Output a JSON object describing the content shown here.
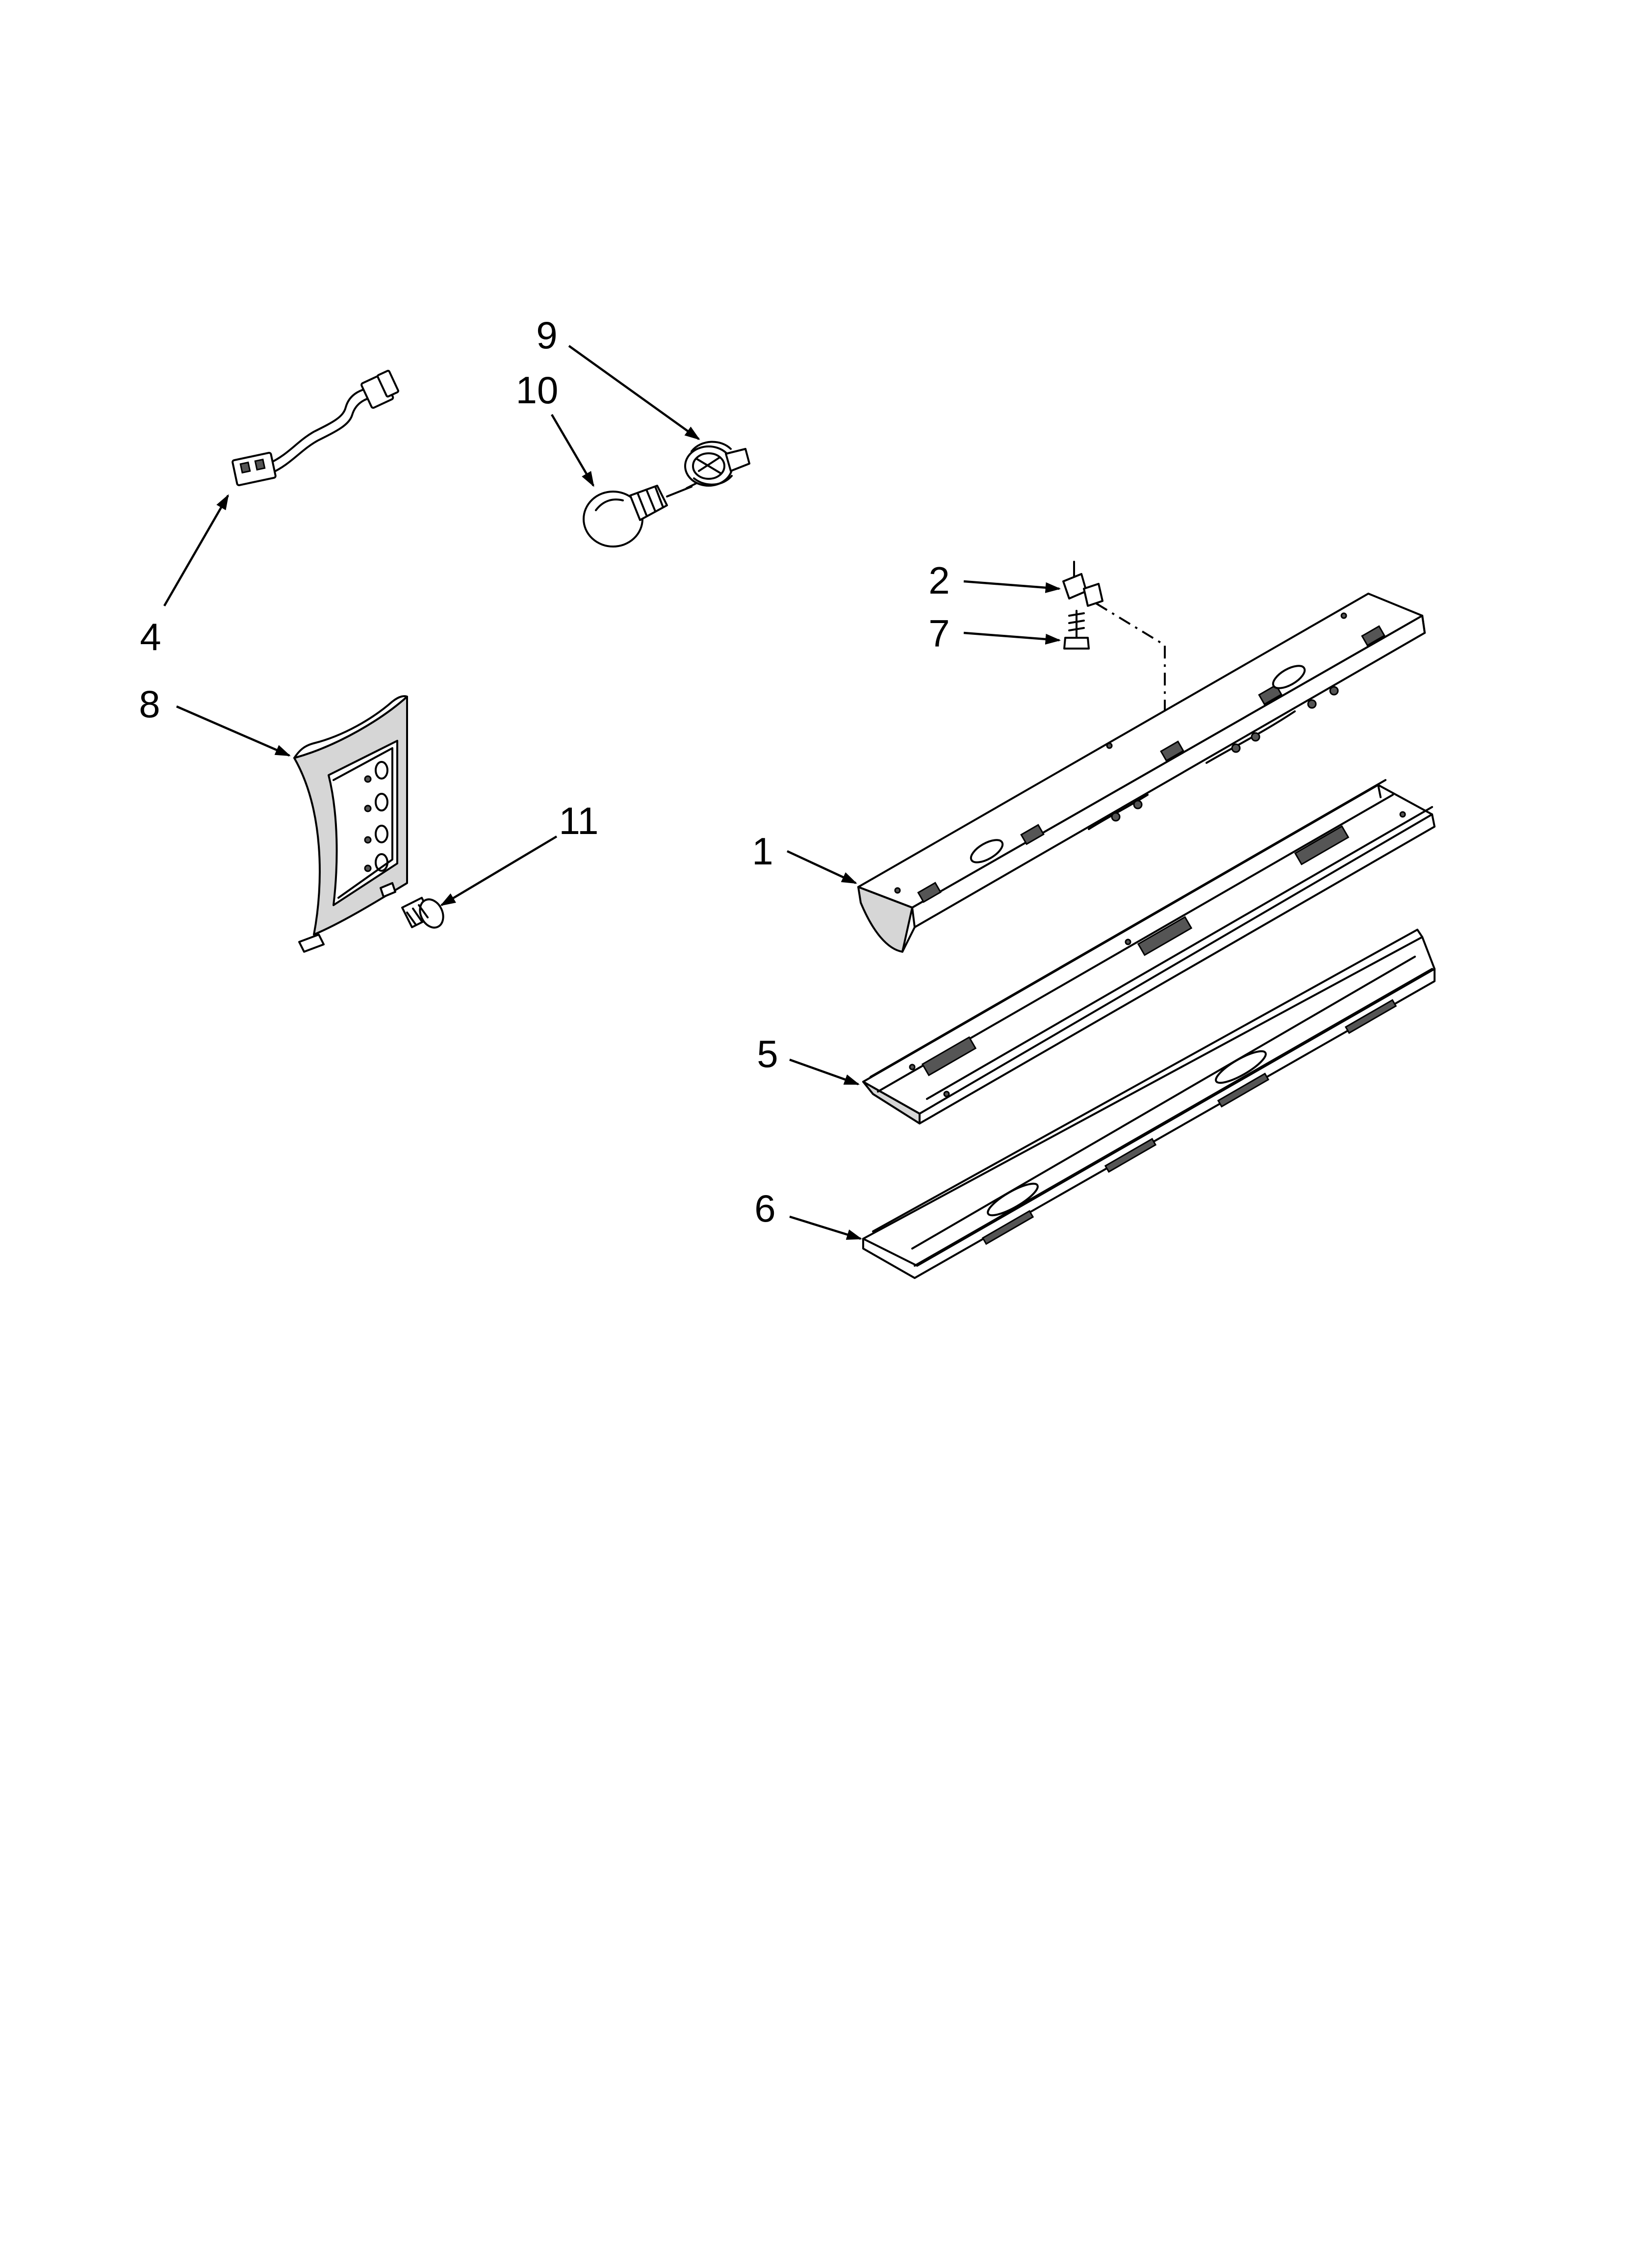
{
  "diagram": {
    "kind": "exploded parts view",
    "callouts": [
      {
        "id": "1",
        "label": "1",
        "part": "bracket-rail-top"
      },
      {
        "id": "2",
        "label": "2",
        "part": "clip"
      },
      {
        "id": "4",
        "label": "4",
        "part": "wire-harness"
      },
      {
        "id": "5",
        "label": "5",
        "part": "channel-rail-middle"
      },
      {
        "id": "6",
        "label": "6",
        "part": "channel-rail-bottom"
      },
      {
        "id": "7",
        "label": "7",
        "part": "screw-small"
      },
      {
        "id": "8",
        "label": "8",
        "part": "control-housing"
      },
      {
        "id": "9",
        "label": "9",
        "part": "lamp-socket"
      },
      {
        "id": "10",
        "label": "10",
        "part": "lamp-bulb"
      },
      {
        "id": "11",
        "label": "11",
        "part": "screw-housing"
      }
    ]
  }
}
